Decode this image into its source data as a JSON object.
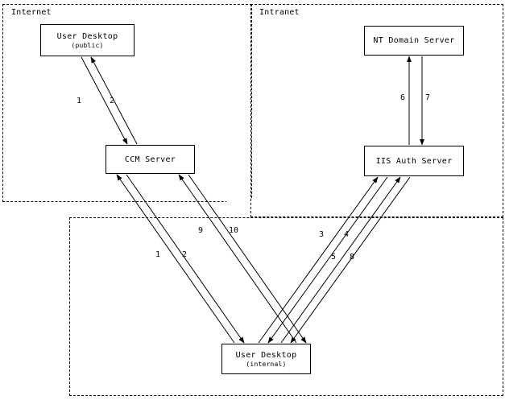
{
  "diagram": {
    "title_type": "network-authentication-flow",
    "zones": [
      {
        "id": "internet",
        "label": "Internet"
      },
      {
        "id": "intranet",
        "label": "Intranet"
      },
      {
        "id": "internal",
        "label": ""
      }
    ],
    "nodes": [
      {
        "id": "user-desktop-public",
        "title": "User Desktop",
        "subtitle": "(public)"
      },
      {
        "id": "ccm-server",
        "title": "CCM Server",
        "subtitle": ""
      },
      {
        "id": "nt-domain-server",
        "title": "NT Domain Server",
        "subtitle": ""
      },
      {
        "id": "iis-auth-server",
        "title": "IIS Auth Server",
        "subtitle": ""
      },
      {
        "id": "user-desktop-internal",
        "title": "User Desktop",
        "subtitle": "(internal)"
      }
    ],
    "steps": [
      {
        "id": "step-public-1",
        "label": "1"
      },
      {
        "id": "step-public-2",
        "label": "2"
      },
      {
        "id": "step-nt-6",
        "label": "6"
      },
      {
        "id": "step-nt-7",
        "label": "7"
      },
      {
        "id": "step-ccm-9",
        "label": "9"
      },
      {
        "id": "step-ccm-10",
        "label": "10"
      },
      {
        "id": "step-internal-1",
        "label": "1"
      },
      {
        "id": "step-internal-2",
        "label": "2"
      },
      {
        "id": "step-iis-3",
        "label": "3"
      },
      {
        "id": "step-iis-4",
        "label": "4"
      },
      {
        "id": "step-iis-5",
        "label": "5"
      },
      {
        "id": "step-iis-8",
        "label": "8"
      }
    ],
    "colors": {
      "stroke": "#000000",
      "background": "#ffffff"
    }
  }
}
